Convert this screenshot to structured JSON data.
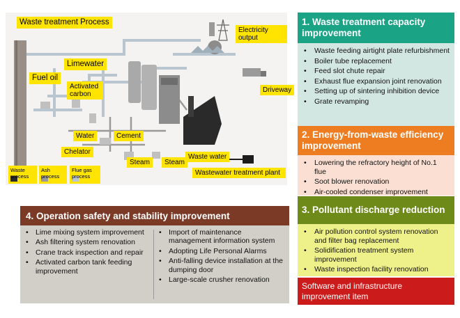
{
  "diagram": {
    "title": "Waste treatment Process",
    "labels": {
      "electricity_output": "Electricity output",
      "limewater": "Limewater",
      "fuel_oil": "Fuel oil",
      "activated_carbon": "Activated carbon",
      "driveway": "Driveway",
      "water": "Water",
      "cement": "Cement",
      "chelator": "Chelator",
      "steam_1": "Steam",
      "steam_2": "Steam",
      "waste_water": "Waste water",
      "wastewater_plant": "Wastewater treatment plant"
    },
    "legend": [
      {
        "label": "Waste process",
        "color": "#2a2a2a"
      },
      {
        "label": "Ash process",
        "color": "#9a9a9a"
      },
      {
        "label": "Flue gas process",
        "color": "#b9c6cf"
      }
    ]
  },
  "panels": {
    "p1": {
      "title": "1. Waste treatment capacity improvement",
      "header_color": "#1aa385",
      "body_color": "#d3e7e2",
      "items": [
        "Waste feeding airtight plate refurbishment",
        "Boiler tube replacement",
        "Feed slot chute repair",
        "Exhaust flue expansion joint renovation",
        "Setting up of sintering inhibition device",
        "Grate revamping"
      ]
    },
    "p2": {
      "title": "2. Energy-from-waste efficiency improvement",
      "header_color": "#ee7d22",
      "body_color": "#fadfd2",
      "items": [
        "Lowering the refractory height of No.1 flue",
        "Soot blower renovation",
        "Air-cooled condenser improvement"
      ]
    },
    "p3": {
      "title": "3. Pollutant discharge reduction",
      "header_color": "#6e8a19",
      "body_color": "#eef08a",
      "items": [
        "Air pollution control system renovation and filter bag replacement",
        "Solidification treatment system improvement",
        "Waste inspection facility renovation"
      ]
    },
    "p5": {
      "title": "Software and infrastructure improvement item",
      "header_color": "#cc1b1b"
    },
    "p4": {
      "title": "4. Operation safety and stability improvement",
      "header_color": "#7b3a26",
      "body_color": "#d2cfc9",
      "col1": [
        "Lime mixing system improvement",
        "Ash filtering system renovation",
        "Crane track inspection and repair",
        "Activated carbon tank feeding improvement"
      ],
      "col2": [
        "Import of maintenance management information system",
        "Adopting Life Personal Alarms",
        "Anti-falling device installation at the dumping door",
        "Large-scale crusher renovation"
      ]
    }
  }
}
